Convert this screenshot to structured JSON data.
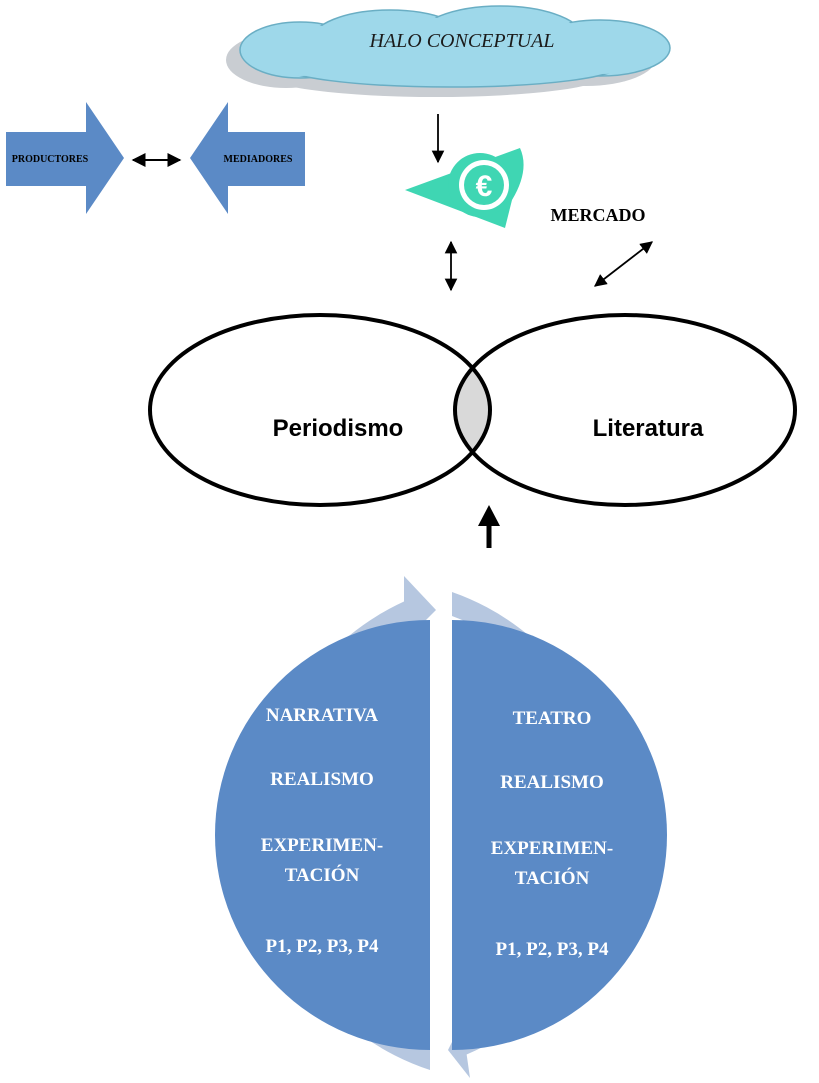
{
  "cloud": {
    "label": "HALO CONCEPTUAL"
  },
  "arrows_block": {
    "left_label": "PRODUCTORES",
    "right_label": "MEDIADORES"
  },
  "market": {
    "label": "MERCADO",
    "symbol": "€"
  },
  "venn": {
    "left_label": "Periodismo",
    "right_label": "Literatura"
  },
  "cycle": {
    "left": {
      "lines": [
        "NARRATIVA",
        "REALISMO",
        "EXPERIMEN-",
        "TACIÓN",
        "P1, P2, P3, P4"
      ]
    },
    "right": {
      "lines": [
        "TEATRO",
        "REALISMO",
        "EXPERIMEN-",
        "TACIÓN",
        "P1, P2, P3, P4"
      ]
    }
  },
  "colors": {
    "cloud_fill": "#9ed8ea",
    "cloud_shadow": "#c9cdd2",
    "block_arrow": "#5b8ac6",
    "market_icon": "#3fd6b3",
    "venn_intersection": "#d9d9d9",
    "cycle_fill": "#5b8ac6",
    "cycle_ring": "#b6c7e0"
  }
}
